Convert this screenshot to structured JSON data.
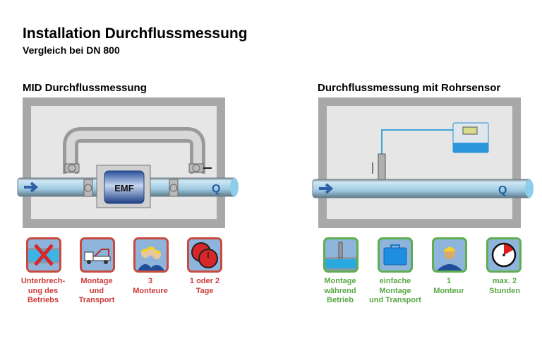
{
  "header": {
    "title": "Installation Durchflussmessung",
    "subtitle": "Vergleich bei DN 800"
  },
  "left": {
    "heading": "MID Durchflussmessung",
    "meter_label": "EMF",
    "flow_label": "Q",
    "items": [
      {
        "icon": "interruption-cross-icon",
        "lines": [
          "Unterbrech-",
          "ung des",
          "Betriebs"
        ]
      },
      {
        "icon": "truck-crane-icon",
        "lines": [
          "Montage",
          "und",
          "Transport"
        ]
      },
      {
        "icon": "three-workers-icon",
        "lines": [
          "3",
          "Monteure"
        ]
      },
      {
        "icon": "two-clocks-icon",
        "lines": [
          "1 oder 2",
          "Tage"
        ]
      }
    ]
  },
  "right": {
    "heading": "Durchflussmessung mit Rohrsensor",
    "flow_label": "Q",
    "items": [
      {
        "icon": "sensor-on-pipe-icon",
        "lines": [
          "Montage",
          "während",
          "Betrieb"
        ]
      },
      {
        "icon": "briefcase-icon",
        "lines": [
          "einfache",
          "Montage",
          "und Transport"
        ]
      },
      {
        "icon": "worker-icon",
        "lines": [
          "1",
          "Monteur"
        ]
      },
      {
        "icon": "stopwatch-icon",
        "lines": [
          "max. 2",
          "Stunden"
        ]
      }
    ]
  },
  "colors": {
    "negative": "#cc3a3a",
    "positive": "#5aa845",
    "pipe": "#a9d3ea",
    "flow": "#1f5fa5"
  }
}
